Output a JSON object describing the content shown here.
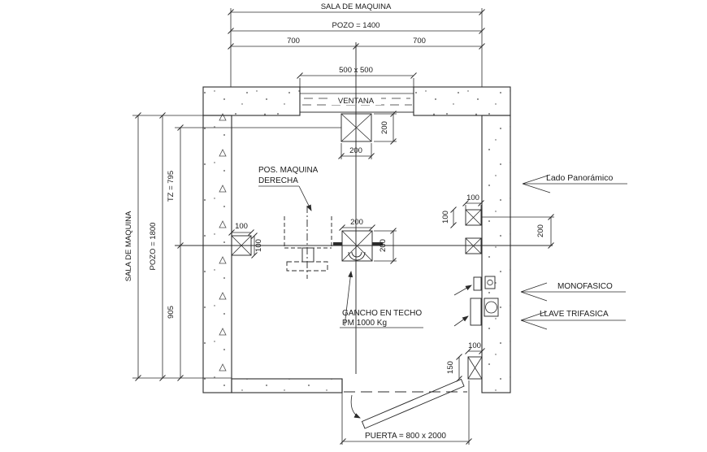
{
  "drawing": {
    "top_dims": {
      "room_width": "SALA DE MAQUINA",
      "pit_width": "POZO = 1400",
      "half_left": "700",
      "half_right": "700",
      "window_size": "500 x 500"
    },
    "left_dims": {
      "room_depth": "SALA DE MAQUINA",
      "pit_depth": "POZO = 1800",
      "tz": "TZ = 795",
      "rear": "905"
    },
    "window": {
      "label": "VENTANA",
      "box_width": "200",
      "box_depth": "200"
    },
    "machine": {
      "label_line1": "POS. MAQUINA",
      "label_line2": "DERECHA"
    },
    "hook": {
      "label_line1": "GANCHO EN TECHO",
      "label_line2": "PM  1000 Kg",
      "box_width": "200",
      "box_depth": "200"
    },
    "left_bracket": {
      "width": "100",
      "depth": "100"
    },
    "right_bracket": {
      "width": "100",
      "depth": "100",
      "spacing": "200"
    },
    "door_bracket": {
      "width": "100",
      "depth": "150"
    },
    "annotations": {
      "panoramic_side": "Lado Panorámico",
      "single_phase": "MONOFASICO",
      "three_phase": "LLAVE TRIFASICA"
    },
    "door": {
      "label": "PUERTA = 800 x 2000"
    }
  }
}
